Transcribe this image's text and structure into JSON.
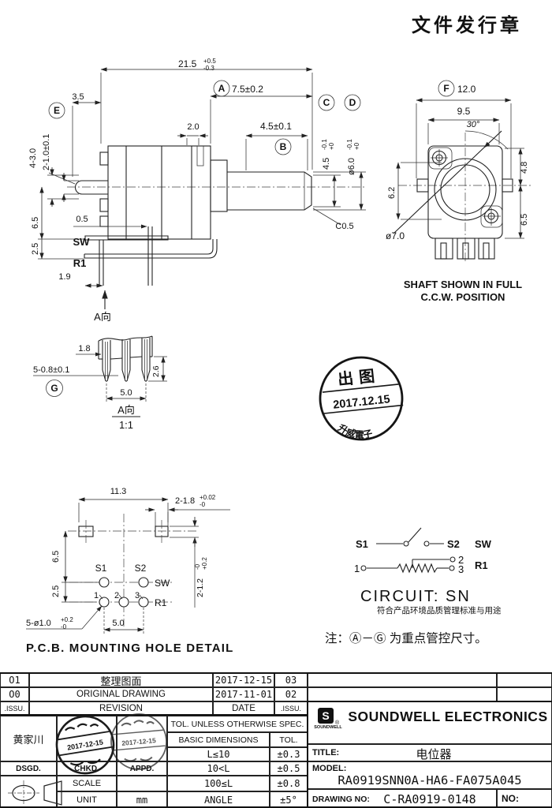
{
  "doc": {
    "release_header": "文件发行章"
  },
  "side_view": {
    "total": {
      "val": "21.5",
      "up": "+0.5",
      "dn": "-0.3"
    },
    "A": {
      "bal": "A",
      "dim": "7.5±0.2"
    },
    "d35": "3.5",
    "d20": "2.0",
    "B": {
      "bal": "B",
      "dim": "4.5±0.1"
    },
    "C": {
      "bal": "C",
      "val": "4.5",
      "up": "+0",
      "dn": "-0.1"
    },
    "D": {
      "bal": "D",
      "val": "ø6.0",
      "up": "+0",
      "dn": "-0.1"
    },
    "E": {
      "bal": "E",
      "dim": "2-1.0±0.1"
    },
    "d430": "4-3.0",
    "d65": "6.5",
    "d25": "2.5",
    "d05": "0.5",
    "d19": "1.9",
    "sw": "SW",
    "r1": "R1",
    "chamfer": "C0.5",
    "view_arrow": "A向"
  },
  "front_view": {
    "F": {
      "bal": "F",
      "dim": "12.0"
    },
    "d95": "9.5",
    "ang": "30°",
    "d62": "6.2",
    "d48": "4.8",
    "d65": "6.5",
    "d70": "ø7.0",
    "cap1": "SHAFT SHOWN IN FULL",
    "cap2": "C.C.W. POSITION"
  },
  "detail_g": {
    "d18": "1.8",
    "d508": "5-0.8±0.1",
    "bal": "G",
    "d26": "2.6",
    "d50": "5.0",
    "name": "A向",
    "scale": "1:1"
  },
  "issue_stamp": {
    "top": "出图",
    "date": "2017.12.15",
    "bottom": "升威電子"
  },
  "pcb": {
    "d113": "11.3",
    "d218": {
      "val": "2-1.8",
      "up": "+0.02",
      "dn": "-0"
    },
    "d65": "6.5",
    "d25": "2.5",
    "s1": "S1",
    "s2": "S2",
    "sw": "SW",
    "n1": "1",
    "n2": "2",
    "n3": "3",
    "r1": "R1",
    "d212": {
      "val": "2-1.2",
      "up": "+0.2",
      "dn": "-0"
    },
    "d510": {
      "val": "5-ø1.0",
      "up": "+0.2",
      "dn": "-0"
    },
    "d50": "5.0",
    "caption": "P.C.B. MOUNTING HOLE DETAIL"
  },
  "circuit": {
    "s1": "S1",
    "s2": "S2",
    "sw": "SW",
    "n1": "1",
    "n2": "2",
    "n3": "3",
    "r1": "R1",
    "title": "CIRCUIT: SN",
    "note1": "符合产品环境品质管理标准与用途",
    "note2": "注：Ⓐ－Ⓖ 为重点管控尺寸。"
  },
  "revisions": {
    "rows": [
      {
        "issu": "O1",
        "desc": "整理图面",
        "date": "2017-12-15",
        "no": "03"
      },
      {
        "issu": "O0",
        "desc": "ORIGINAL DRAWING",
        "date": "2017-11-01",
        "no": "02"
      }
    ],
    "h_issu": ".ISSU.",
    "h_rev": "REVISION",
    "h_date": "DATE",
    "h_no": ".ISSU."
  },
  "titleblock": {
    "designer": "黄家川",
    "dsgd": "DSGD.",
    "chkd": "CHKD.",
    "appd": "APPD.",
    "tol_header": "TOL. UNLESS OTHERWISE SPEC.",
    "basic": "BASIC DIMENSIONS",
    "tol": "TOL.",
    "t1r": "L≤10",
    "t1v": "±0.3",
    "t2r": "10<L",
    "t2v": "±0.5",
    "t3r": "100≤L",
    "t3v": "±0.8",
    "t4r": "ANGLE",
    "t4v": "±5°",
    "scale": "SCALE",
    "unit": "UNIT",
    "mm": "mm",
    "company": "SOUNDWELL ELECTRONICS",
    "logo": "SOUNDWELL",
    "title_l": "TITLE:",
    "title_v": "电位器",
    "model_l": "MODEL:",
    "model_v": "RA0919SNN0A-HA6-FA075A045",
    "dwg_l": "DRAWING NO:",
    "dwg_v": "C-RA0919-0148",
    "no_l": "NO:",
    "stamp_date": "2017-12-15"
  }
}
